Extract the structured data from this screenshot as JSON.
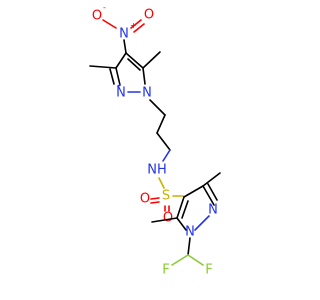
{
  "molecule": {
    "atoms": {
      "nitro_n": "N",
      "nitro_plus": "+",
      "nitro_o_minus": "O",
      "nitro_minus": "-",
      "nitro_o_double": "O",
      "pyrazole1_n2": "N",
      "pyrazole1_n1": "N",
      "amide_nh": "NH",
      "sulfur": "S",
      "sulfonyl_o1": "O",
      "sulfonyl_o2": "O",
      "pyrazole2_n2": "N",
      "pyrazole2_n1": "N",
      "fluorine1": "F",
      "fluorine2": "F"
    },
    "colors": {
      "carbon": "#000000",
      "nitrogen": "#2233ee",
      "oxygen": "#ff0000",
      "sulfur": "#c9b000",
      "fluorine": "#88cc33"
    }
  }
}
